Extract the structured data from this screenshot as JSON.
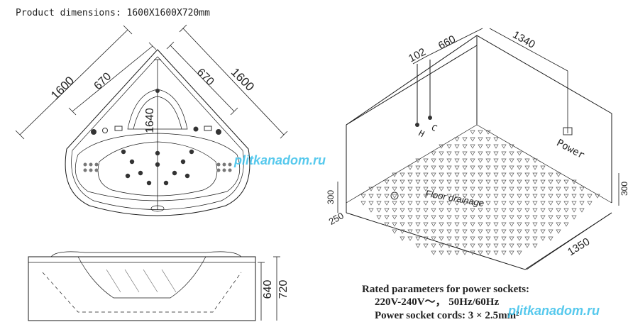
{
  "header": {
    "product_dimensions": "Product dimensions: 1600X1600X720mm"
  },
  "top_view": {
    "dim_left_outer": "1600",
    "dim_left_inner": "670",
    "dim_right_inner": "670",
    "dim_right_outer": "1600",
    "dim_center": "1640"
  },
  "side_view": {
    "dim_inner_height": "640",
    "dim_outer_height": "720"
  },
  "install_view": {
    "dim_102": "102",
    "dim_660": "660",
    "dim_1340": "1340",
    "label_h": "H",
    "label_c": "C",
    "label_power": "Power",
    "label_floor_drainage": "Floor drainage",
    "dim_left_height": "300",
    "dim_right_height": "300",
    "dim_250": "250",
    "dim_1350": "1350"
  },
  "power_spec": {
    "line1": "Rated parameters for power sockets:",
    "line2": "220V-240V～， 50Hz/60Hz",
    "line3": "Power socket cords: 3 × 2.5mm²"
  },
  "watermark": {
    "text": "plitkanadom.ru",
    "color": "#3ac0ea"
  }
}
